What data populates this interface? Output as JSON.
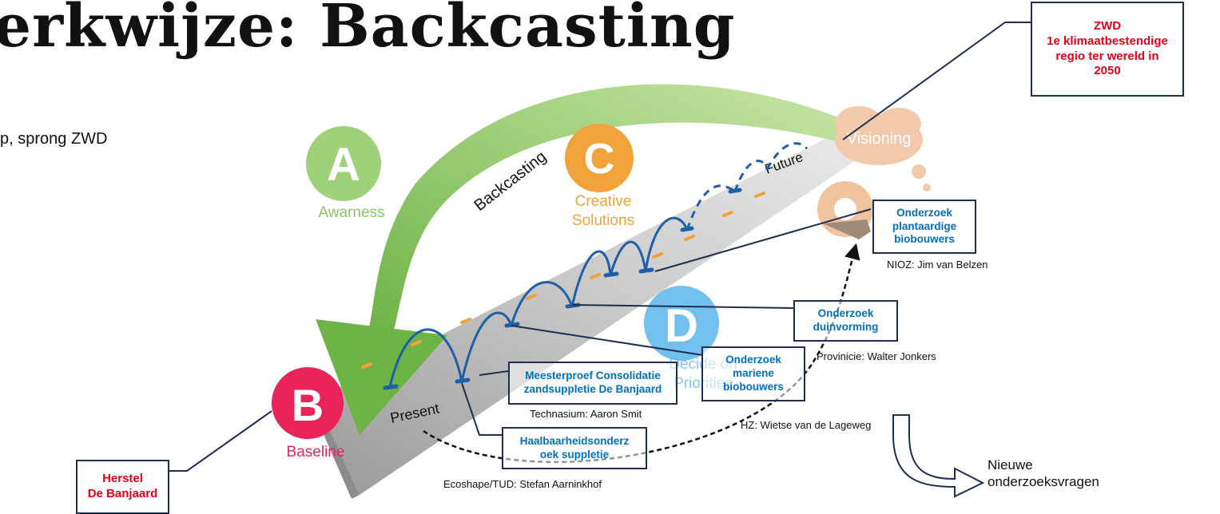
{
  "title": "erkwijze: Backcasting",
  "subtitle": "p, sprong ZWD",
  "diagram": {
    "letters": {
      "awareness": {
        "letter": "A",
        "label": "Awarness"
      },
      "creative": {
        "letter": "C",
        "label_line1": "Creative",
        "label_line2": "Solutions"
      },
      "baseline": {
        "letter": "B",
        "label": "Baseline"
      },
      "decide": {
        "letter": "D",
        "label_line1": "Decide on",
        "label_line2": "Priorities"
      }
    },
    "path_labels": {
      "present": "Present",
      "future": "Future",
      "backcasting": "Backcasting",
      "visioning": "Visioning"
    }
  },
  "boxes": {
    "zwd": {
      "line1": "ZWD",
      "line2": "1e klimaatbestendige",
      "line3": "regio ter wereld in",
      "line4": "2050"
    },
    "herstel": {
      "line1": "Herstel",
      "line2": "De Banjaard"
    },
    "plantaardig": {
      "line1": "Onderzoek",
      "line2": "plantaardige",
      "line3": "biobouwers"
    },
    "duinvorming": {
      "line1": "Onderzoek",
      "line2": "duinvorming"
    },
    "mariene": {
      "line1": "Onderzoek",
      "line2": "mariene",
      "line3": "biobouwers"
    },
    "meesterproef": {
      "line1": "Meesterproef Consolidatie",
      "line2": "zandsuppletie De Banjaard"
    },
    "haalbaarheid": {
      "line1": "Haalbaarheidsonderz",
      "line2": "oek suppletie"
    }
  },
  "captions": {
    "nioz": "NIOZ: Jim van Belzen",
    "provincie": "Provinicie: Walter Jonkers",
    "hz": "HZ: Wietse van de Lageweg",
    "technasium": "Technasium: Aaron Smit",
    "ecoshape": "Ecoshape/TUD: Stefan Aarninkhof",
    "nieuwe_line1": "Nieuwe",
    "nieuwe_line2": "onderzoeksvragen"
  },
  "colors": {
    "green": "#7dbf5b",
    "orange": "#f2a23a",
    "red": "#e8245a",
    "blue": "#4db0e8",
    "peach": "#f3c9ab",
    "box_border": "#1f2d4f",
    "box_red_text": "#e3001b",
    "box_blue_text": "#0070c0",
    "arc_blue": "#1f5fa8"
  }
}
